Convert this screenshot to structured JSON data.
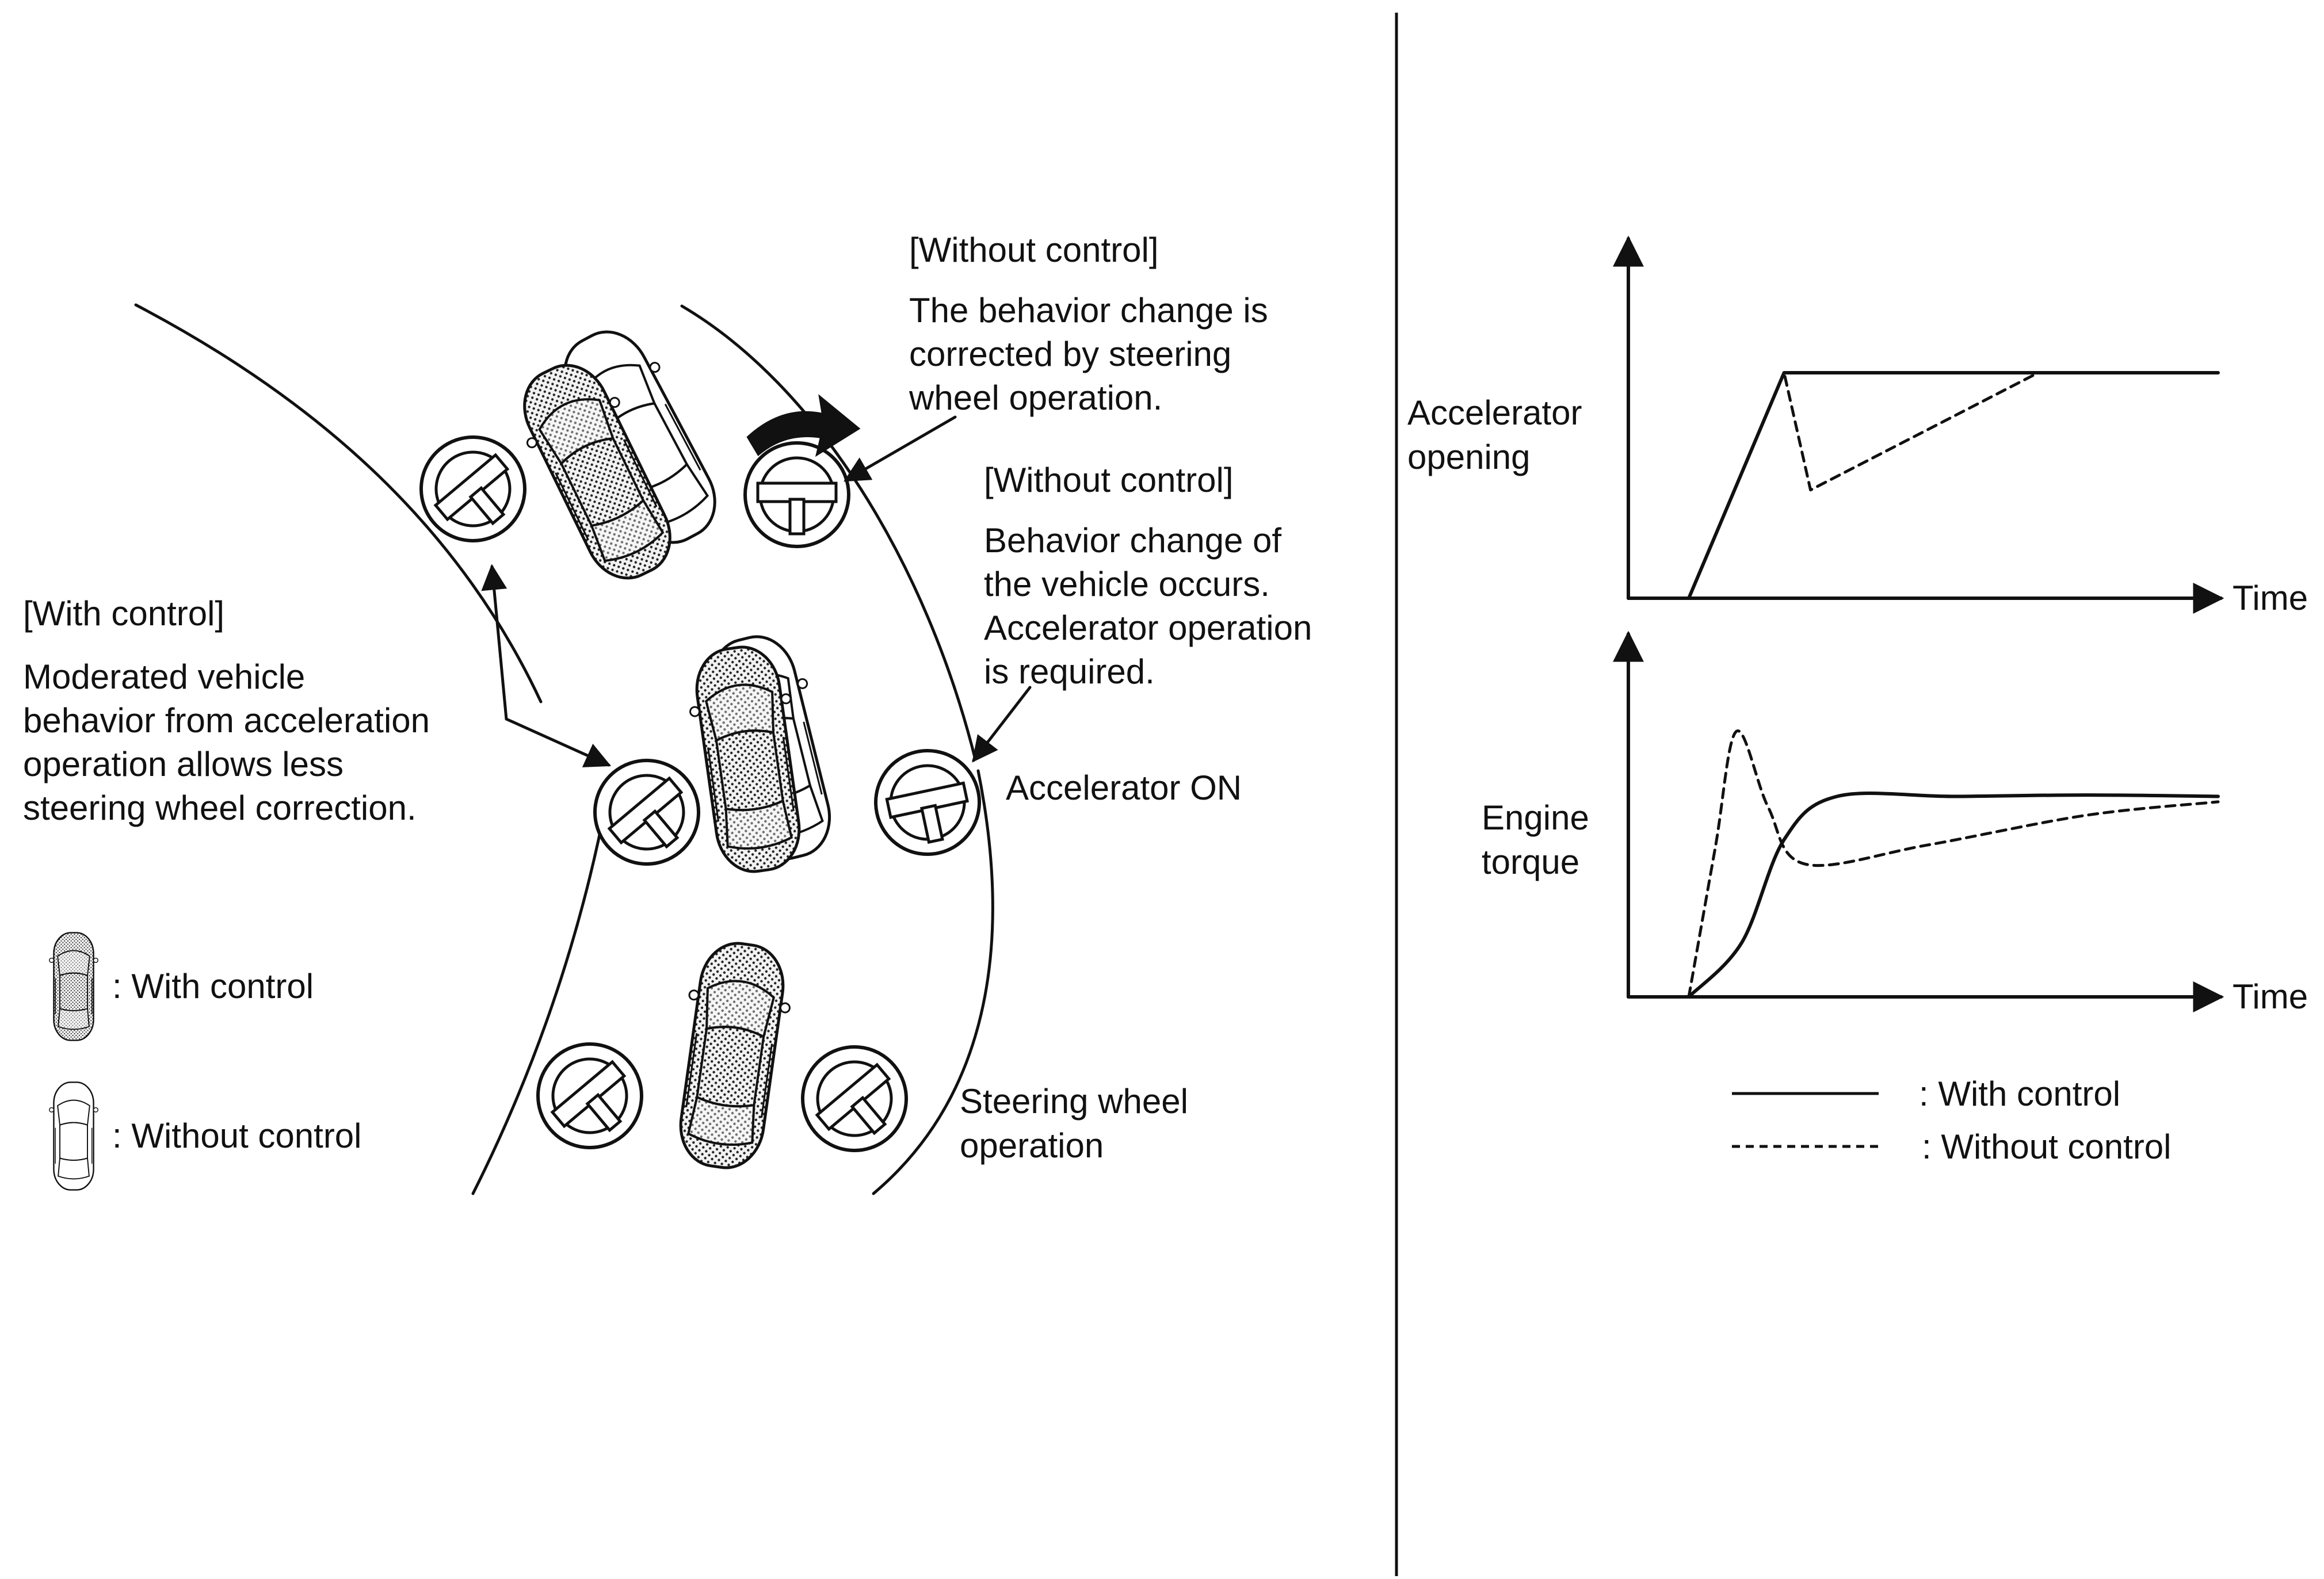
{
  "left_panel": {
    "with_control_note": {
      "heading": "[With control]",
      "lines": [
        "Moderated vehicle",
        "behavior from acceleration",
        "operation allows less",
        "steering wheel correction."
      ]
    },
    "without_control_note_top": {
      "heading": "[Without control]",
      "lines": [
        "The behavior change is",
        "corrected by steering",
        "wheel operation."
      ]
    },
    "without_control_note_mid": {
      "heading": "[Without control]",
      "lines": [
        "Behavior change of",
        "the vehicle occurs.",
        "Accelerator operation",
        "is required."
      ]
    },
    "accelerator_on": "Accelerator ON",
    "steering_wheel_operation": [
      "Steering wheel",
      "operation"
    ],
    "legend": {
      "with_control": ": With control",
      "without_control": ": Without control"
    }
  },
  "right_panel": {
    "chart_data": [
      {
        "type": "line",
        "ylabel": [
          "Accelerator",
          "opening"
        ],
        "xlabel": "Time",
        "x": [
          0,
          0.18,
          1.0
        ],
        "series": [
          {
            "name": "With control",
            "style": "solid",
            "points": [
              [
                0,
                0
              ],
              [
                0.18,
                1.0
              ],
              [
                1.0,
                1.0
              ]
            ]
          },
          {
            "name": "Without control",
            "style": "dashed",
            "points": [
              [
                0,
                0
              ],
              [
                0.18,
                1.0
              ],
              [
                0.23,
                0.48
              ],
              [
                0.66,
                1.0
              ],
              [
                1.0,
                1.0
              ]
            ]
          }
        ]
      },
      {
        "type": "line",
        "ylabel": [
          "Engine",
          "torque"
        ],
        "xlabel": "Time",
        "series": [
          {
            "name": "With control",
            "style": "solid",
            "points": [
              [
                0,
                0
              ],
              [
                0.1,
                0.2
              ],
              [
                0.18,
                0.58
              ],
              [
                0.28,
                0.74
              ],
              [
                0.5,
                0.74
              ],
              [
                0.75,
                0.745
              ],
              [
                1.0,
                0.74
              ]
            ]
          },
          {
            "name": "Without control",
            "style": "dashed",
            "points": [
              [
                0,
                0
              ],
              [
                0.05,
                0.55
              ],
              [
                0.09,
                0.98
              ],
              [
                0.15,
                0.7
              ],
              [
                0.22,
                0.49
              ],
              [
                0.45,
                0.56
              ],
              [
                0.75,
                0.67
              ],
              [
                1.0,
                0.72
              ]
            ]
          }
        ]
      }
    ],
    "legend": {
      "with_control": ": With control",
      "without_control": ": Without control"
    }
  }
}
